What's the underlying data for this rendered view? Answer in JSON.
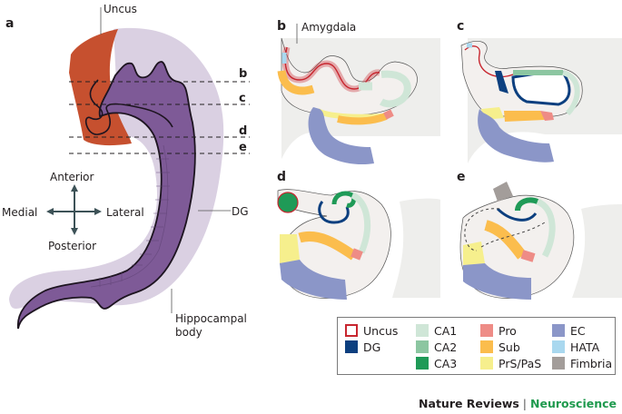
{
  "panels": {
    "a": {
      "label": "a",
      "uncus_label": "Uncus",
      "dg_label": "DG",
      "body_label_line1": "Hippocampal",
      "body_label_line2": "body",
      "cut_labels": [
        "b",
        "c",
        "d",
        "e"
      ],
      "compass": {
        "anterior": "Anterior",
        "posterior": "Posterior",
        "medial": "Medial",
        "lateral": "Lateral"
      }
    },
    "b": {
      "label": "b",
      "annotation": "Amygdala"
    },
    "c": {
      "label": "c"
    },
    "d": {
      "label": "d"
    },
    "e": {
      "label": "e"
    }
  },
  "colors": {
    "uncus": "#c6502f",
    "uncus_outline": "#c8262f",
    "hippocampus_light": "#d8cde0",
    "hippocampus_dark": "#7e5a97",
    "DG": "#0c3f7f",
    "CA1": "#cfe6d7",
    "CA2": "#8cc6a1",
    "CA3": "#1f9a57",
    "Pro": "#ee8c86",
    "Sub": "#fbbd4d",
    "PrS_PaS": "#f6ef8d",
    "EC": "#8b96c8",
    "HATA": "#a9d8ef",
    "Fimbria": "#a39d9a",
    "tissue": "#eeeeec",
    "accent_green": "#1f9a4e"
  },
  "legend": {
    "columns": [
      [
        {
          "label": "Uncus",
          "key": "uncus",
          "outline": true
        },
        {
          "label": "DG",
          "key": "DG"
        }
      ],
      [
        {
          "label": "CA1",
          "key": "CA1"
        },
        {
          "label": "CA2",
          "key": "CA2"
        },
        {
          "label": "CA3",
          "key": "CA3"
        }
      ],
      [
        {
          "label": "Pro",
          "key": "Pro"
        },
        {
          "label": "Sub",
          "key": "Sub"
        },
        {
          "label": "PrS/PaS",
          "key": "PrS_PaS"
        }
      ],
      [
        {
          "label": "EC",
          "key": "EC"
        },
        {
          "label": "HATA",
          "key": "HATA"
        },
        {
          "label": "Fimbria",
          "key": "Fimbria"
        }
      ]
    ]
  },
  "credit": {
    "journal": "Nature Reviews",
    "separator": " | ",
    "subject": "Neuroscience"
  }
}
